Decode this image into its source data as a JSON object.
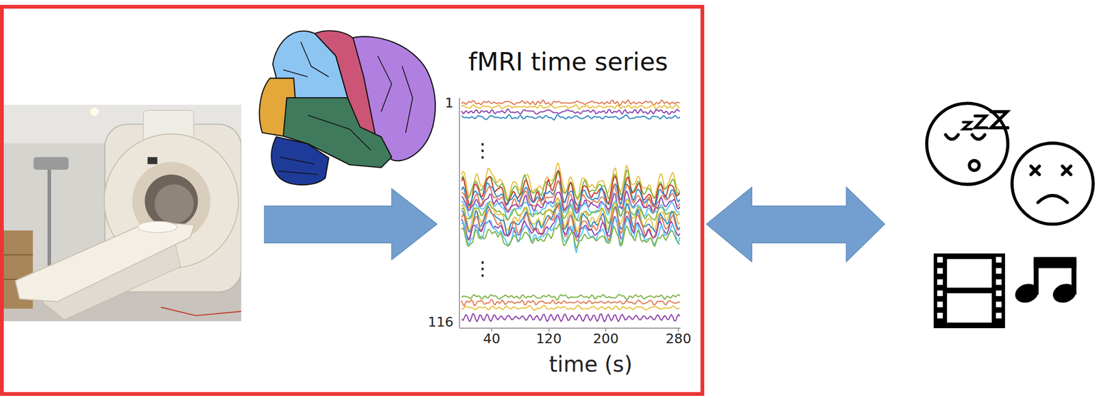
{
  "diagram": {
    "nodes": [
      {
        "text": [
          "fMRI time series"
        ]
      }
    ],
    "labels": [
      "1",
      "⋮",
      "⋮",
      "116",
      "40",
      "120",
      "200",
      "280",
      "time (s)"
    ]
  }
}
